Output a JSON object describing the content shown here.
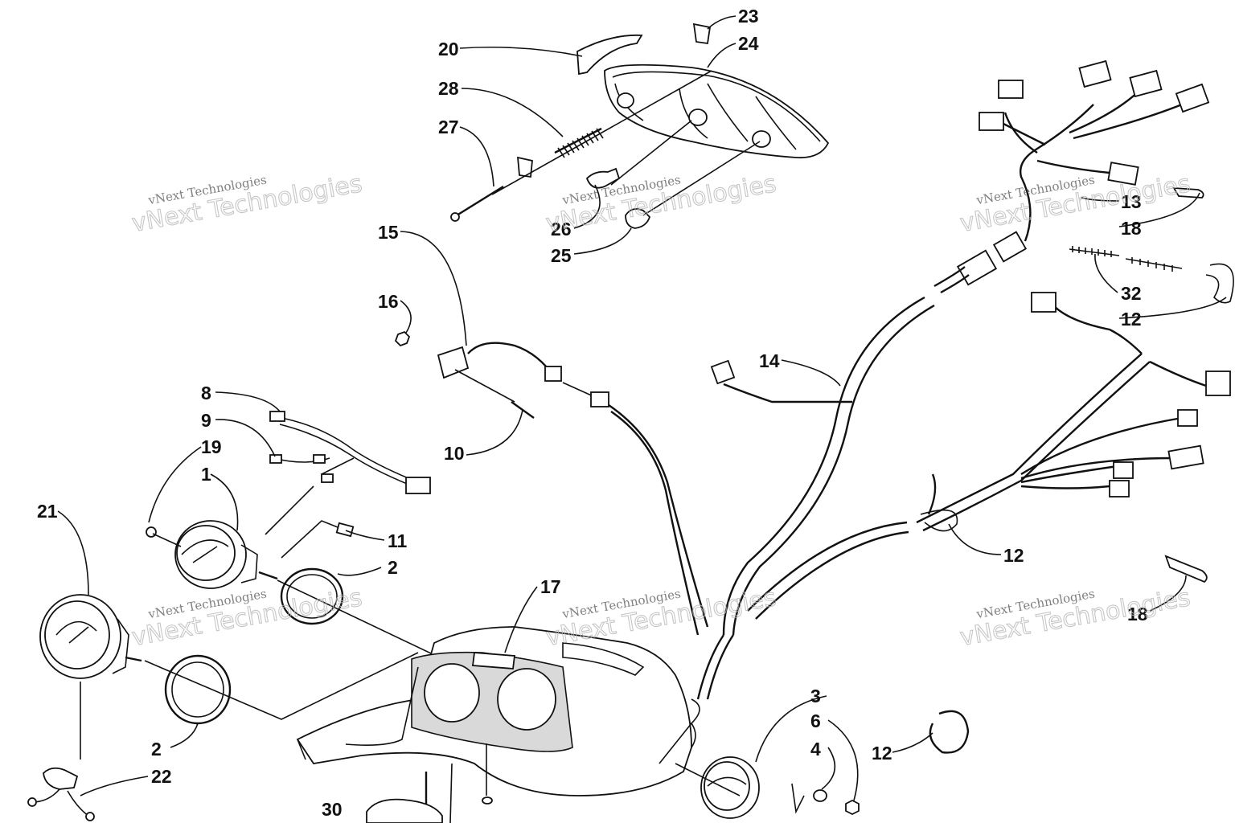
{
  "diagram": {
    "callouts": [
      {
        "id": "c20",
        "text": "20"
      },
      {
        "id": "c23",
        "text": "23"
      },
      {
        "id": "c24",
        "text": "24"
      },
      {
        "id": "c28",
        "text": "28"
      },
      {
        "id": "c27",
        "text": "27"
      },
      {
        "id": "c26",
        "text": "26"
      },
      {
        "id": "c25",
        "text": "25"
      },
      {
        "id": "c15",
        "text": "15"
      },
      {
        "id": "c16",
        "text": "16"
      },
      {
        "id": "c10",
        "text": "10"
      },
      {
        "id": "c8",
        "text": "8"
      },
      {
        "id": "c9",
        "text": "9"
      },
      {
        "id": "c19",
        "text": "19"
      },
      {
        "id": "c1",
        "text": "1"
      },
      {
        "id": "c11",
        "text": "11"
      },
      {
        "id": "c2a",
        "text": "2"
      },
      {
        "id": "c21",
        "text": "21"
      },
      {
        "id": "c2b",
        "text": "2"
      },
      {
        "id": "c22",
        "text": "22"
      },
      {
        "id": "c17",
        "text": "17"
      },
      {
        "id": "c30",
        "text": "30"
      },
      {
        "id": "c14",
        "text": "14"
      },
      {
        "id": "c13",
        "text": "13"
      },
      {
        "id": "c18a",
        "text": "18"
      },
      {
        "id": "c32",
        "text": "32"
      },
      {
        "id": "c12a",
        "text": "12"
      },
      {
        "id": "c12b",
        "text": "12"
      },
      {
        "id": "c18b",
        "text": "18"
      },
      {
        "id": "c3",
        "text": "3"
      },
      {
        "id": "c6",
        "text": "6"
      },
      {
        "id": "c4",
        "text": "4"
      },
      {
        "id": "c12c",
        "text": "12"
      }
    ],
    "watermark": {
      "line1": "vNext Technologies",
      "line2": "vNext Technologies"
    }
  }
}
